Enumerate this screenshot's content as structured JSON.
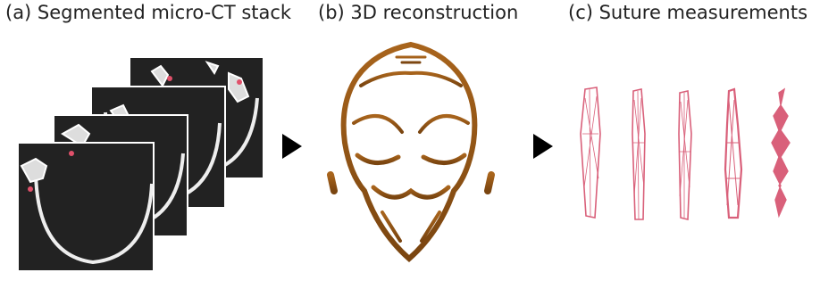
{
  "panels": [
    {
      "label": "(a) Segmented micro-CT stack"
    },
    {
      "label": "(b) 3D reconstruction"
    },
    {
      "label": "(c) Suture measurements"
    }
  ],
  "colors": {
    "ct_background": "#202020",
    "bone": "#e8e8e8",
    "segmentation": "#e0506a",
    "reconstruction": "#9a5a16",
    "suture": "#d9607a",
    "arrow": "#000000"
  },
  "icons": [
    "right-triangle-arrow-icon",
    "right-triangle-arrow-icon"
  ]
}
